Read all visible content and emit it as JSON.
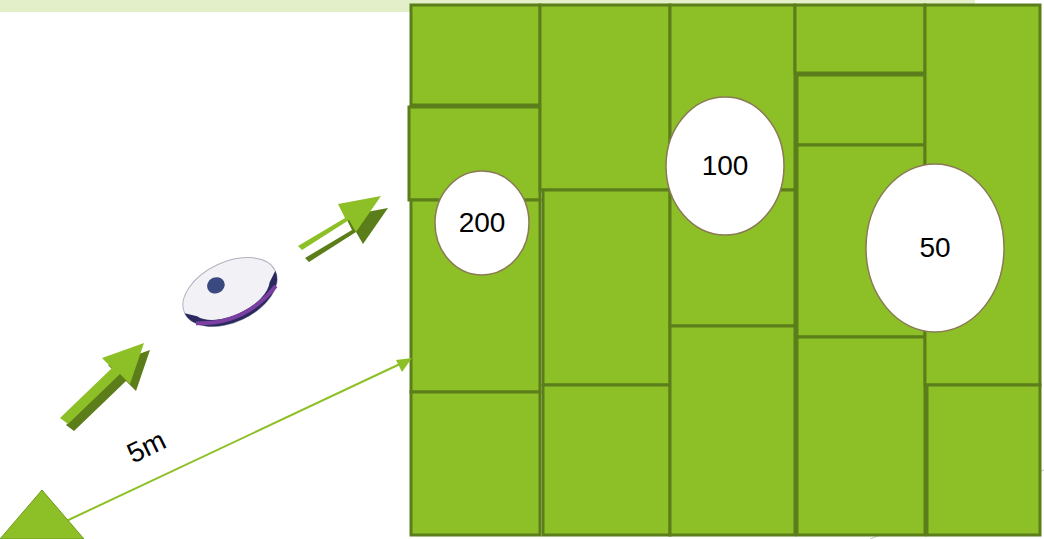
{
  "diagram": {
    "nodes": [
      {
        "text": [
          "200"
        ]
      },
      {
        "text": [
          "100"
        ]
      },
      {
        "text": [
          "50"
        ]
      }
    ],
    "labels": [
      "5m"
    ]
  }
}
